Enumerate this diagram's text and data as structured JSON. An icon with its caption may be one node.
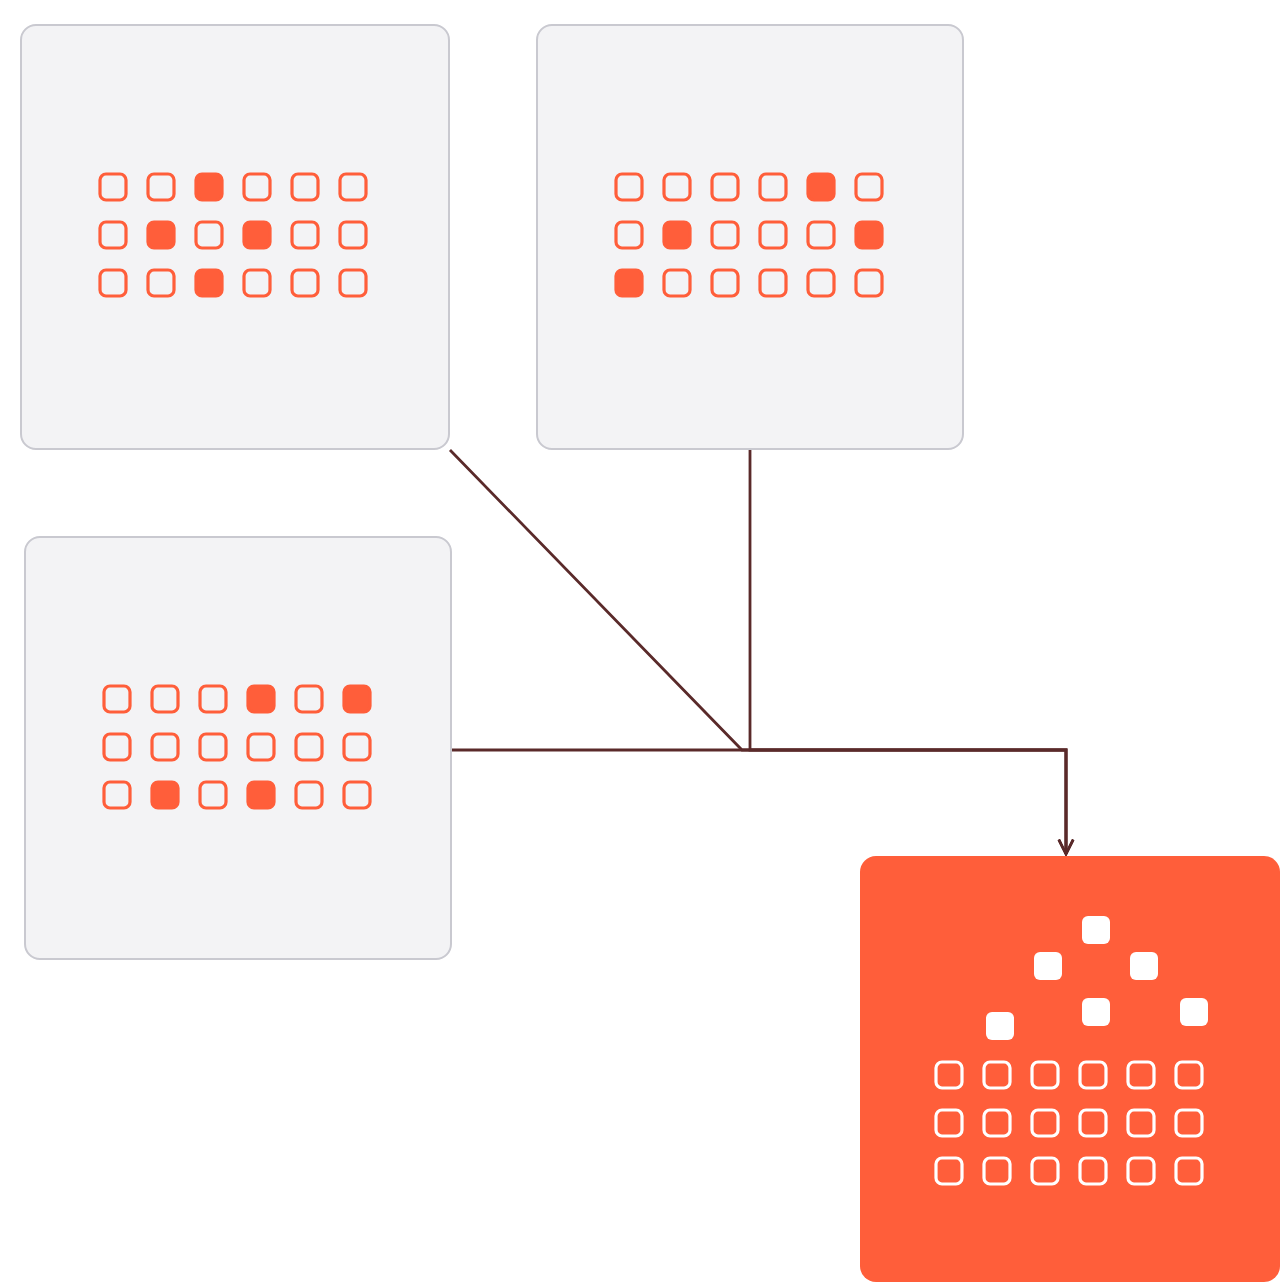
{
  "diagram": {
    "nodes": [
      {
        "text": [],
        "shape": "box"
      },
      {
        "text": [],
        "shape": "box"
      },
      {
        "text": [],
        "shape": "box"
      },
      {
        "text": [],
        "shape": "box"
      }
    ],
    "edges": [
      {
        "from": 0,
        "to": 3,
        "arrow": "to"
      },
      {
        "from": 1,
        "to": 3,
        "arrow": "to"
      },
      {
        "from": 2,
        "to": 3,
        "arrow": "to"
      }
    ]
  }
}
